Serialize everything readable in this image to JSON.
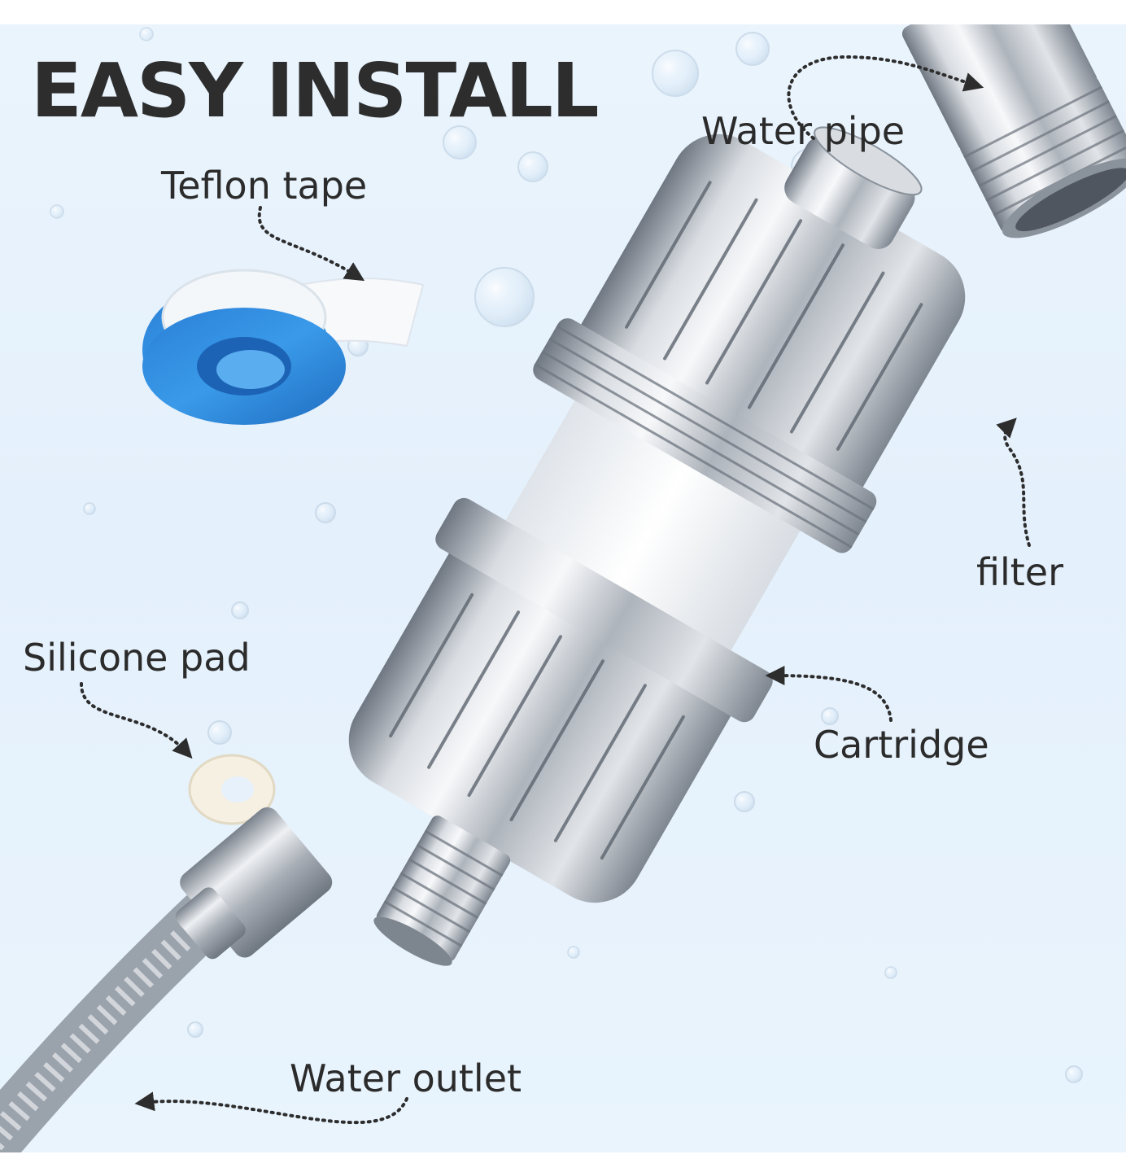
{
  "title": "EASY INSTALL",
  "labels": {
    "teflon_tape": "Teflon tape",
    "water_pipe": "Water pipe",
    "filter": "filter",
    "silicone_pad": "Silicone pad",
    "cartridge": "Cartridge",
    "water_outlet": "Water outlet"
  },
  "colors": {
    "background": "#e7f2fc",
    "text": "#2d2d2d",
    "chrome": "#b9bfc7",
    "tape_blue": "#2f8fe0",
    "cartridge_white": "#f4f6f8"
  }
}
